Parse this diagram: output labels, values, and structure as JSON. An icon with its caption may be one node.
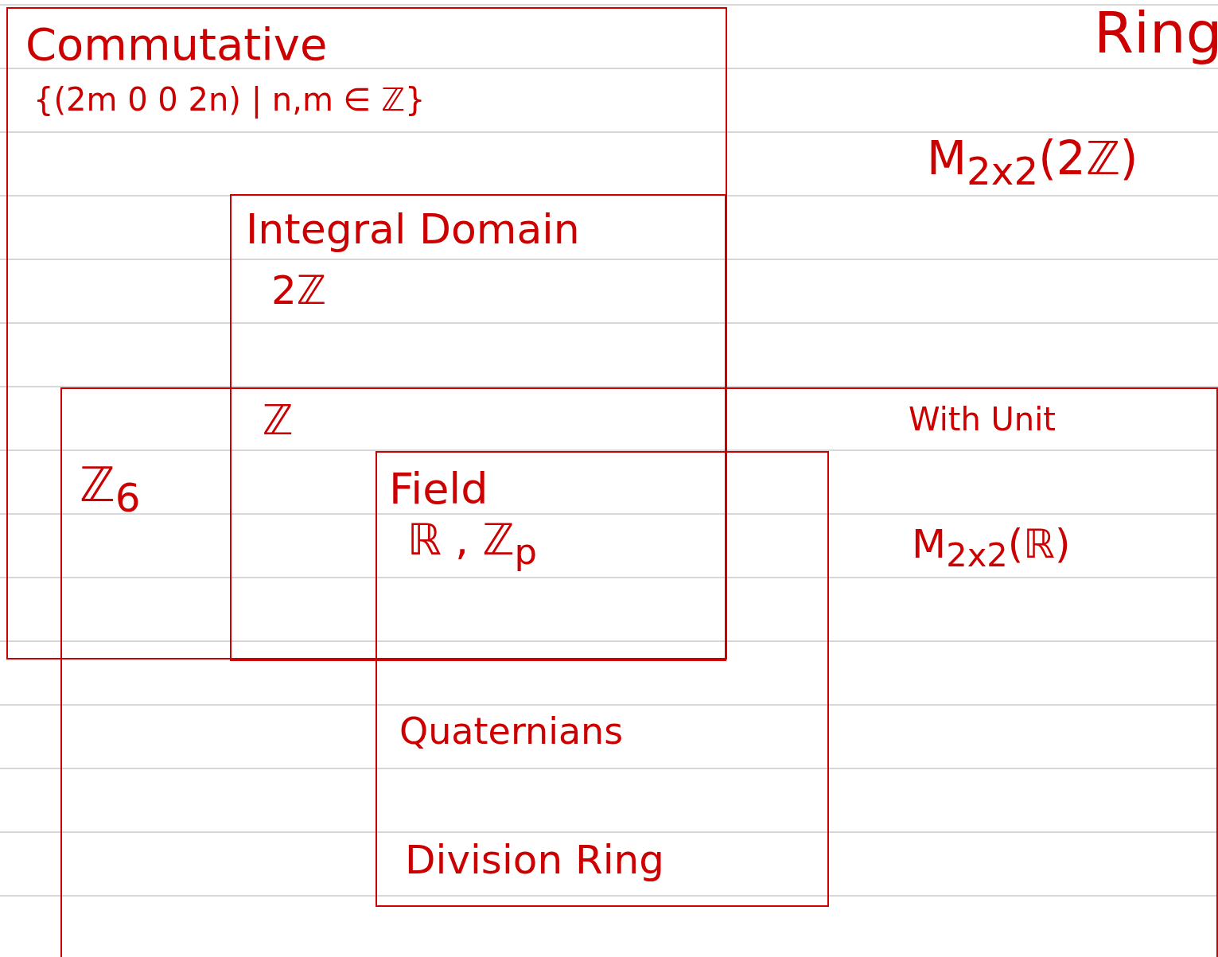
{
  "diagram": {
    "nodes": [
      {
        "text": [
          "Commutative",
          "{(2m 0 0 2n) | n,m ∈ ℤ}"
        ]
      },
      {
        "text": [
          "Integral Domain",
          "2ℤ"
        ],
        "in": 0
      },
      {
        "text": [
          "With Unit",
          "M$_{2x2}$(ℝ)"
        ]
      },
      {
        "text": [
          "Field",
          "ℝ , ℤ$_{p}$",
          "Quaternians",
          "Division Ring"
        ],
        "in": 2
      }
    ],
    "edges": [],
    "labels": [
      "Ring",
      "M$_{2x2}$(2ℤ)",
      "ℤ",
      "ℤ$_{6}$"
    ]
  }
}
